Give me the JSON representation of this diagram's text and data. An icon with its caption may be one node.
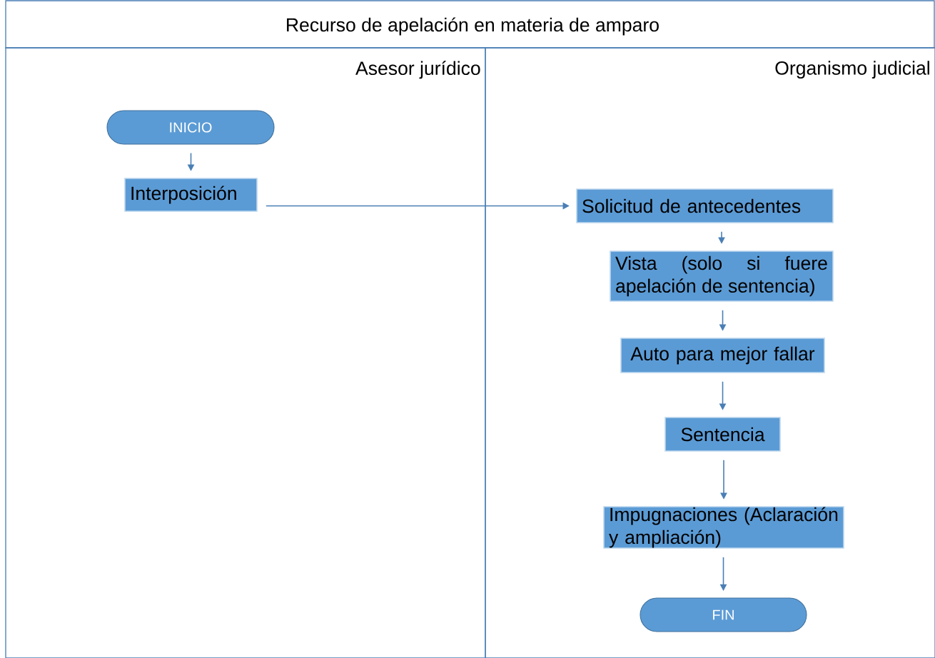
{
  "diagram": {
    "title": "Recurso de apelación en materia de amparo",
    "nodes": [
      {
        "text": [
          "Asesor jurídico"
        ]
      },
      {
        "text": [
          "Organismo judicial"
        ]
      },
      {
        "text": [
          "INICIO"
        ],
        "in": 0
      },
      {
        "text": [
          "Interposición"
        ],
        "in": 0
      },
      {
        "text": [
          "Solicitud de antecedentes"
        ],
        "in": 1
      },
      {
        "text": [
          "Vista (solo si fuere apelación de sentencia)"
        ],
        "in": 1
      },
      {
        "text": [
          "Auto para mejor fallar"
        ],
        "in": 1
      },
      {
        "text": [
          "Sentencia"
        ],
        "in": 1
      },
      {
        "text": [
          "Impugnaciones (Aclaración y ampliación)"
        ],
        "in": 1
      },
      {
        "text": [
          "FIN"
        ],
        "in": 1
      }
    ],
    "edges": [
      {
        "from": 2,
        "to": 3,
        "arrow": "to"
      },
      {
        "from": 3,
        "to": 4,
        "arrow": "to"
      },
      {
        "from": 4,
        "to": 5,
        "arrow": "to"
      },
      {
        "from": 5,
        "to": 6,
        "arrow": "to"
      },
      {
        "from": 6,
        "to": 7,
        "arrow": "to"
      },
      {
        "from": 7,
        "to": 8,
        "arrow": "to"
      },
      {
        "from": 8,
        "to": 9,
        "arrow": "to"
      }
    ]
  }
}
